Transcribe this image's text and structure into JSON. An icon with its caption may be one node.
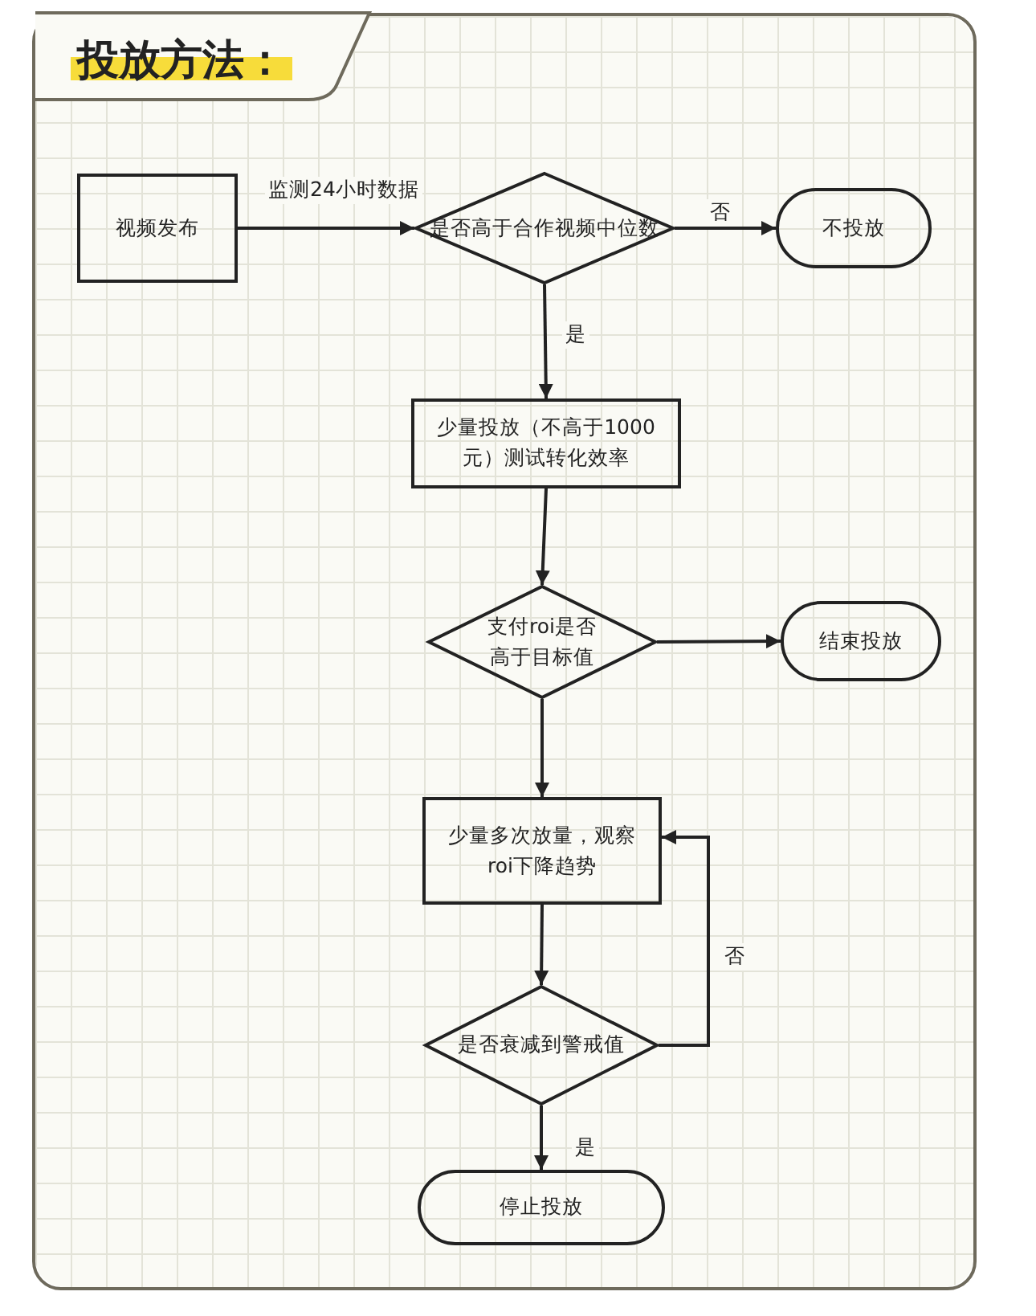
{
  "diagram": {
    "title": "投放方法：",
    "nodes": [
      {
        "text": [
          "视频发布"
        ]
      },
      {
        "text": [
          "是否高于合作视频中位数"
        ]
      },
      {
        "text": [
          "不投放"
        ]
      },
      {
        "text": [
          "少量投放（不高于1000元）测试转化效率"
        ]
      },
      {
        "text": [
          "支付roi是否高于目标值"
        ]
      },
      {
        "text": [
          "结束投放"
        ]
      },
      {
        "text": [
          "少量多次放量，观察roi下降趋势"
        ]
      },
      {
        "text": [
          "是否衰减到警戒值"
        ]
      },
      {
        "text": [
          "停止投放"
        ]
      }
    ],
    "edges": [
      {
        "from": 0,
        "to": 1,
        "arrow": "to",
        "label": "监测24小时数据"
      },
      {
        "from": 1,
        "to": 2,
        "arrow": "to",
        "label": "否"
      },
      {
        "from": 1,
        "to": 3,
        "arrow": "to",
        "label": "是"
      },
      {
        "from": 3,
        "to": 4,
        "arrow": "to"
      },
      {
        "from": 4,
        "to": 5,
        "arrow": "to"
      },
      {
        "from": 4,
        "to": 6,
        "arrow": "to"
      },
      {
        "from": 6,
        "to": 7,
        "arrow": "to"
      },
      {
        "from": 7,
        "to": 6,
        "arrow": "to",
        "label": "否"
      },
      {
        "from": 7,
        "to": 8,
        "arrow": "to",
        "label": "是"
      }
    ]
  }
}
